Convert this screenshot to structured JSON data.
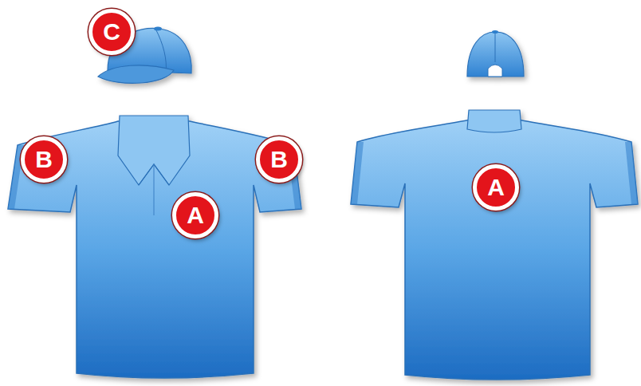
{
  "diagram": {
    "nodes": [
      {
        "text": [
          "C"
        ]
      },
      {
        "text": [
          "B"
        ]
      },
      {
        "text": [
          "B"
        ]
      },
      {
        "text": [
          "A"
        ]
      },
      {
        "text": [
          "A"
        ]
      }
    ]
  }
}
